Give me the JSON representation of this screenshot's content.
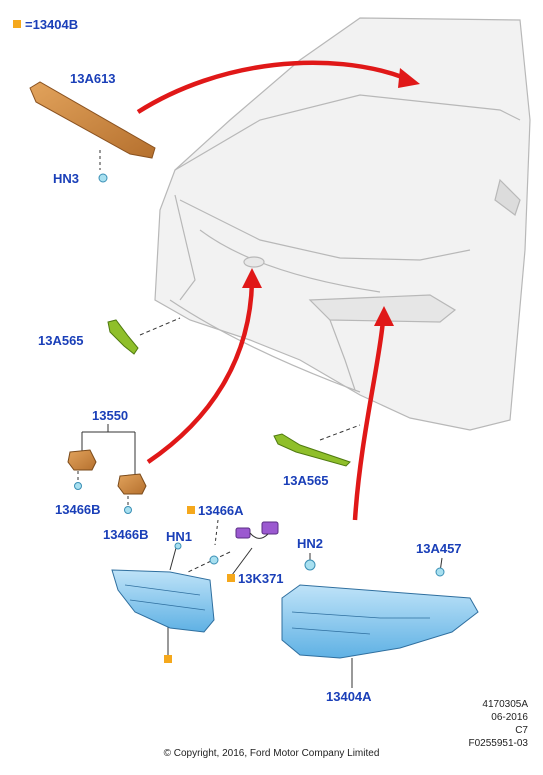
{
  "legend": {
    "symbol": "orange-square",
    "equals": "=",
    "part": "13404B"
  },
  "callouts": {
    "high_mount_lamp": "13A613",
    "hn3": "HN3",
    "left_reflector": "13A565",
    "bulb_group": "13550",
    "socket_left": "13466B",
    "socket_right": "13466B",
    "hn1": "HN1",
    "harness_part": "13466A",
    "harness_connector": "13K371",
    "hn2": "HN2",
    "right_reflector": "13A565",
    "grommet": "13A457",
    "tail_lamp": "13404A"
  },
  "footer": {
    "line1": "4170305A",
    "line2": "06-2016",
    "line3": "C7",
    "line4": "F0255951-03",
    "copyright": "© Copyright, 2016, Ford Motor Company Limited"
  },
  "colors": {
    "label": "#1a3fb8",
    "marker": "#f5a81c",
    "arrow": "#e01818",
    "lamp": "#7cc4ee",
    "reflector": "#8fbf2a",
    "brown_part": "#c8843c"
  }
}
